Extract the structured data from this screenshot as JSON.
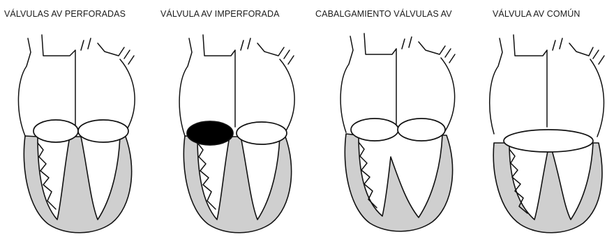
{
  "panels": [
    {
      "title": "VÁLVULAS AV PERFORADAS"
    },
    {
      "title": "VÁLVULA AV IMPERFORADA"
    },
    {
      "title": "CABALGAMIENTO VÁLVULAS AV"
    },
    {
      "title": "VÁLVULA AV COMÚN"
    }
  ]
}
